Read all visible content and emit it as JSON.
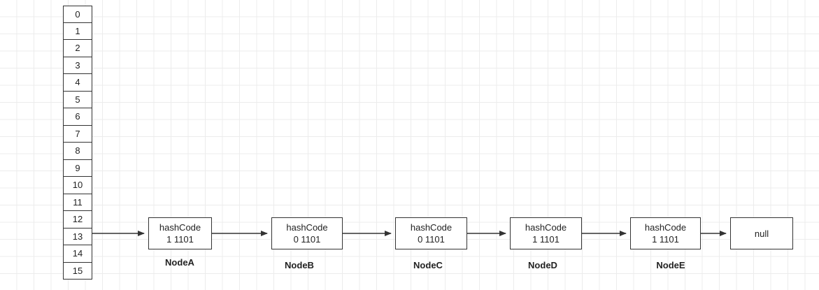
{
  "array": {
    "indices": [
      "0",
      "1",
      "2",
      "3",
      "4",
      "5",
      "6",
      "7",
      "8",
      "9",
      "10",
      "11",
      "12",
      "13",
      "14",
      "15"
    ]
  },
  "nodes": [
    {
      "id": "a",
      "line1": "hashCode",
      "line2": "1 1101",
      "label": "NodeA"
    },
    {
      "id": "b",
      "line1": "hashCode",
      "line2": "0 1101",
      "label": "NodeB"
    },
    {
      "id": "c",
      "line1": "hashCode",
      "line2": "0 1101",
      "label": "NodeC"
    },
    {
      "id": "d",
      "line1": "hashCode",
      "line2": "1 1101",
      "label": "NodeD"
    },
    {
      "id": "e",
      "line1": "hashCode",
      "line2": "1 1101",
      "label": "NodeE"
    }
  ],
  "terminal": {
    "text": "null"
  },
  "colors": {
    "stroke": "#333333",
    "grid": "#ececec"
  }
}
